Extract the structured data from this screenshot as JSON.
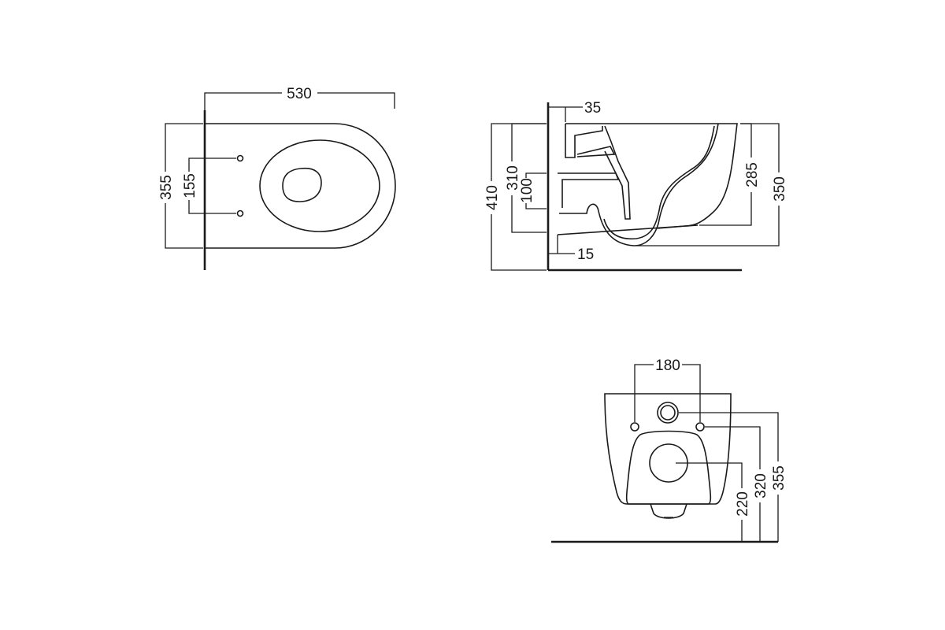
{
  "top_view": {
    "width": "530",
    "depth": "355",
    "fixing_spacing": "155"
  },
  "side_view": {
    "projection": "35",
    "wall_gap": "15",
    "total_height": "410",
    "height_310": "310",
    "inlet_100": "100",
    "height_285": "285",
    "height_350": "350"
  },
  "front_view": {
    "fixing_spacing": "180",
    "outlet_height": "220",
    "fixing_height": "320",
    "bowl_height": "355"
  }
}
